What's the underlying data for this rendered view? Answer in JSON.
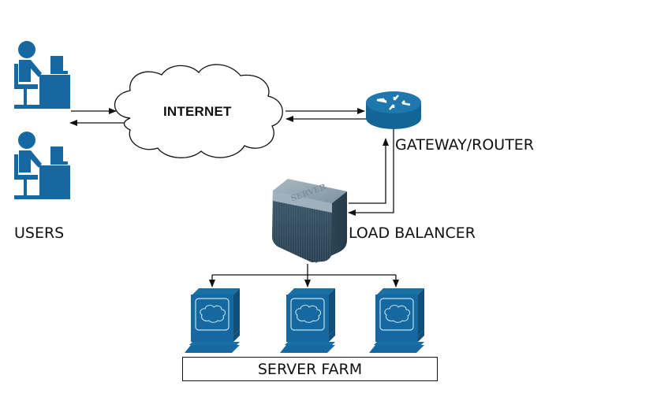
{
  "diagram": {
    "title": "Load balanced server farm network",
    "colors": {
      "icon_blue": "#1669a0",
      "icon_blue_dark": "#0f4f7a",
      "line": "#111111",
      "server_body": "#3c5566",
      "server_top": "#8fa3b0"
    },
    "nodes": {
      "users": {
        "label": "USERS",
        "icon": "user-at-desk-icon",
        "count": 2
      },
      "internet": {
        "label": "INTERNET",
        "icon": "cloud-icon"
      },
      "gateway": {
        "label": "GATEWAY/ROUTER",
        "icon": "router-icon"
      },
      "load_balancer": {
        "label": "LOAD BALANCER",
        "icon": "server-box-icon",
        "icon_text": "SERVER"
      },
      "server_farm": {
        "label": "SERVER FARM",
        "icon": "workstation-icon",
        "count": 3
      }
    },
    "edges": [
      {
        "from": "users",
        "to": "internet",
        "direction": "to"
      },
      {
        "from": "internet",
        "to": "users",
        "direction": "to"
      },
      {
        "from": "internet",
        "to": "gateway",
        "direction": "to"
      },
      {
        "from": "gateway",
        "to": "internet",
        "direction": "to"
      },
      {
        "from": "load_balancer",
        "to": "gateway",
        "direction": "to"
      },
      {
        "from": "gateway",
        "to": "load_balancer",
        "direction": "to"
      },
      {
        "from": "load_balancer",
        "to": "server_farm_1",
        "direction": "to"
      },
      {
        "from": "load_balancer",
        "to": "server_farm_2",
        "direction": "to"
      },
      {
        "from": "load_balancer",
        "to": "server_farm_3",
        "direction": "to"
      }
    ]
  }
}
